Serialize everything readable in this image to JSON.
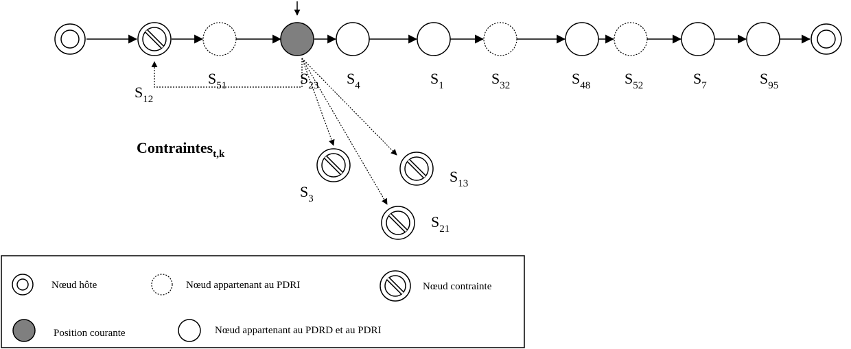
{
  "diagram": {
    "nodes": [
      {
        "id": "host-start",
        "kind": "host",
        "label": ""
      },
      {
        "id": "n-s12",
        "kind": "constraint",
        "label": ""
      },
      {
        "id": "n-s51",
        "kind": "pdri",
        "label": ""
      },
      {
        "id": "n-s23",
        "kind": "current",
        "label": ""
      },
      {
        "id": "n-s4",
        "kind": "pdrd-pdri",
        "label": ""
      },
      {
        "id": "n-s1",
        "kind": "pdrd-pdri",
        "label": ""
      },
      {
        "id": "n-s32",
        "kind": "pdri",
        "label": ""
      },
      {
        "id": "n-s48",
        "kind": "pdrd-pdri",
        "label": ""
      },
      {
        "id": "n-s52",
        "kind": "pdri",
        "label": ""
      },
      {
        "id": "n-s7",
        "kind": "pdrd-pdri",
        "label": ""
      },
      {
        "id": "n-s95",
        "kind": "pdrd-pdri",
        "label": ""
      },
      {
        "id": "host-end",
        "kind": "host",
        "label": ""
      }
    ],
    "labels": [
      {
        "key": "s12",
        "main": "S",
        "sub": "12"
      },
      {
        "key": "s51",
        "main": "S",
        "sub": "51"
      },
      {
        "key": "s23",
        "main": "S",
        "sub": "23"
      },
      {
        "key": "s4",
        "main": "S",
        "sub": "4"
      },
      {
        "key": "s1",
        "main": "S",
        "sub": "1"
      },
      {
        "key": "s32",
        "main": "S",
        "sub": "32"
      },
      {
        "key": "s48",
        "main": "S",
        "sub": "48"
      },
      {
        "key": "s52",
        "main": "S",
        "sub": "52"
      },
      {
        "key": "s7",
        "main": "S",
        "sub": "7"
      },
      {
        "key": "s95",
        "main": "S",
        "sub": "95"
      },
      {
        "key": "s3",
        "main": "S",
        "sub": "3"
      },
      {
        "key": "s13",
        "main": "S",
        "sub": "13"
      },
      {
        "key": "s21",
        "main": "S",
        "sub": "21"
      }
    ],
    "constraints_title": {
      "main": "Contraintes",
      "sub": "t,k"
    }
  },
  "legend": {
    "host": "Nœud hôte",
    "pdri": "Nœud appartenant au PDRI",
    "constraint": "Nœud contrainte",
    "current": "Position courante",
    "pdrd_pdri": "Nœud appartenant au PDRD et au PDRI"
  },
  "colors": {
    "current_fill": "#7f7f7f",
    "stroke": "#000000"
  }
}
